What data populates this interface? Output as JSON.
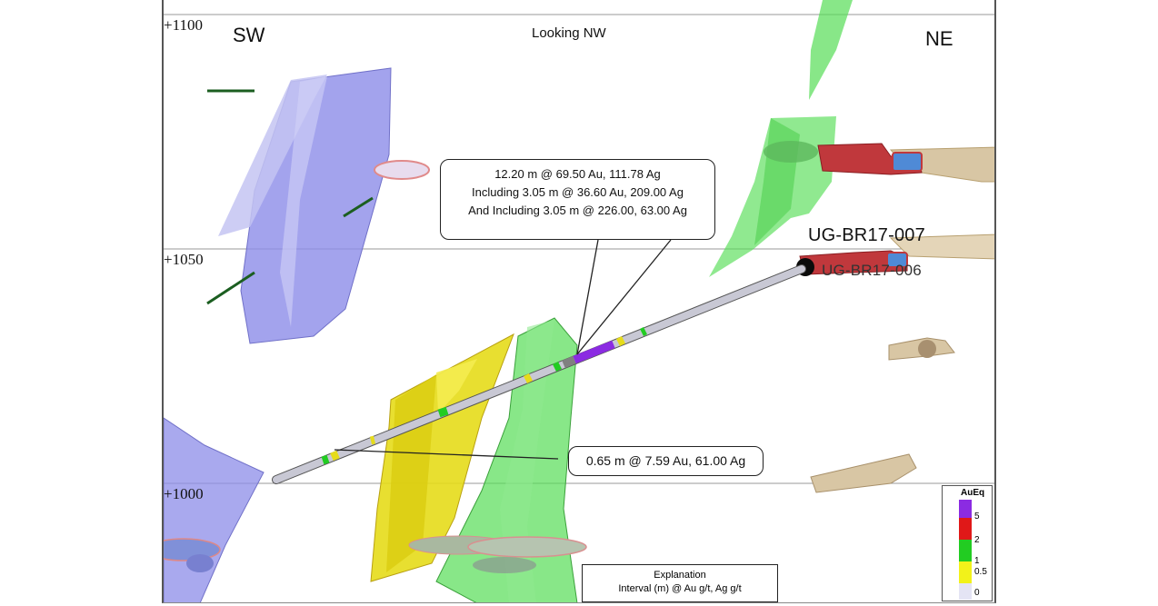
{
  "view": {
    "title": "Looking NW",
    "left_dir": "SW",
    "right_dir": "NE"
  },
  "elevations": [
    "+1100",
    "+1050",
    "+1000"
  ],
  "hole_labels": {
    "primary": "UG-BR17-007",
    "secondary": "UG-BR17-006"
  },
  "callout_upper": {
    "line1": "12.20 m @ 69.50 Au, 111.78 Ag",
    "line2": "Including  3.05 m @ 36.60 Au, 209.00 Ag",
    "line3": "And Including 3.05 m @ 226.00, 63.00 Ag"
  },
  "callout_lower": {
    "text": "0.65 m @ 7.59 Au, 61.00 Ag"
  },
  "explanation": {
    "title": "Explanation",
    "text": "Interval (m) @  Au g/t, Ag g/t"
  },
  "legend": {
    "title": "AuEq",
    "entries": [
      {
        "label": "5",
        "color": "#8B2BE2"
      },
      {
        "label": "2",
        "color": "#E01818"
      },
      {
        "label": "1",
        "color": "#22CC22"
      },
      {
        "label": "0.5",
        "color": "#F2F21A"
      },
      {
        "label": "0",
        "color": "#E4E4F4"
      }
    ]
  },
  "colors": {
    "vein_blue": "#8C8CE8",
    "vein_green": "#55DD55",
    "vein_yellow": "#E6DC1A",
    "drift_red": "#C0383C",
    "drift_tan": "#D8C6A4",
    "drillhole": "#C8C8D4"
  }
}
